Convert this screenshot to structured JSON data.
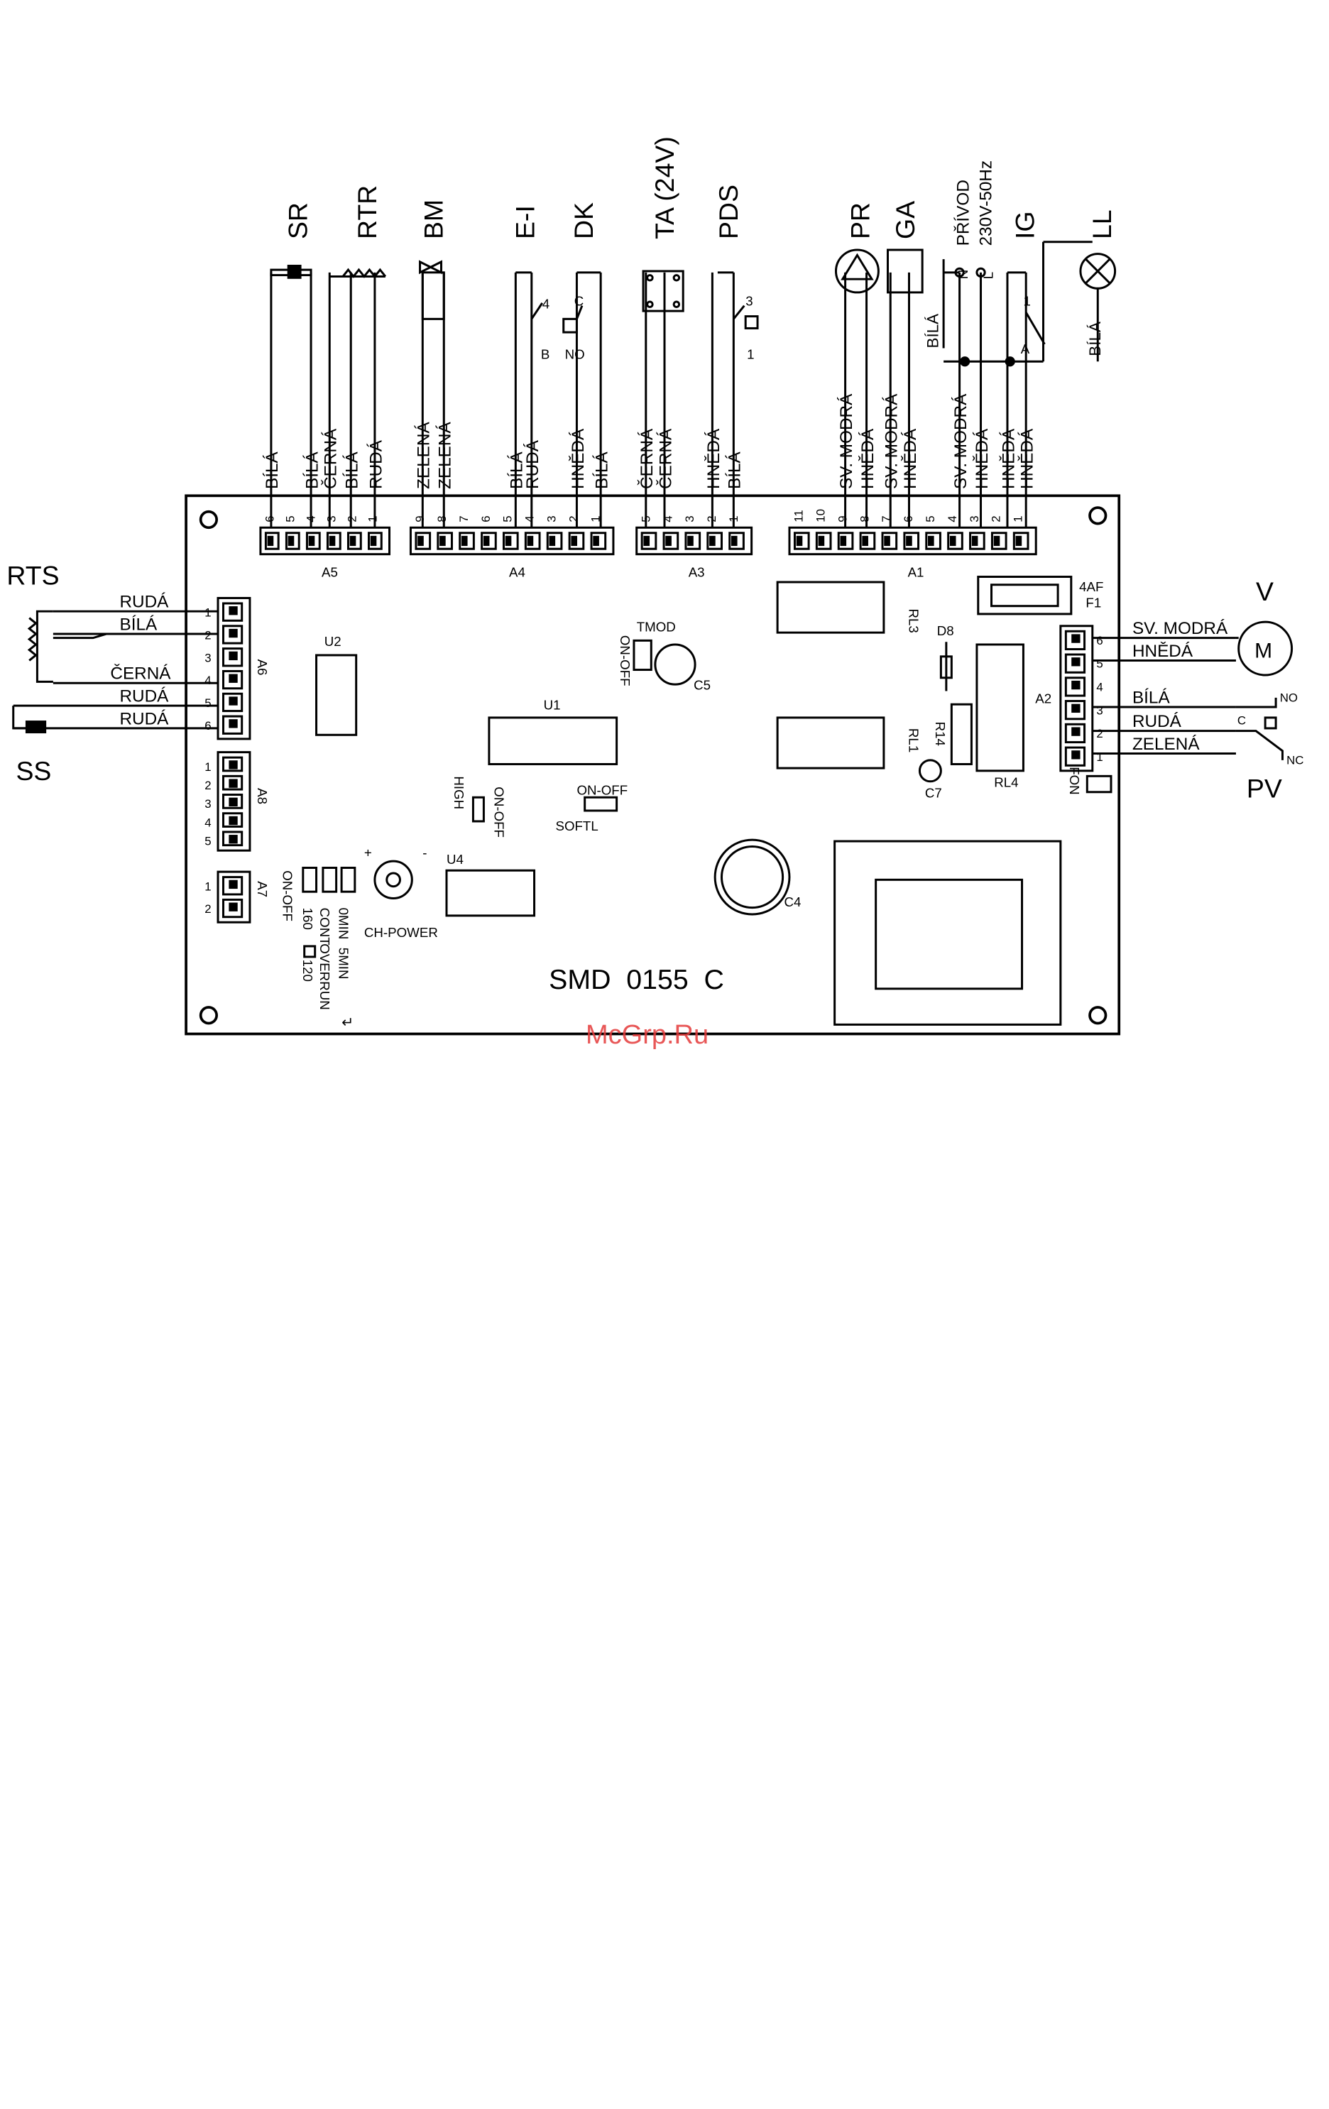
{
  "board": {
    "model": "SMD  0155  C",
    "watermark": "McGrp.Ru"
  },
  "top_devices": [
    {
      "id": "SR",
      "label": "SR"
    },
    {
      "id": "RTR",
      "label": "RTR"
    },
    {
      "id": "BM",
      "label": "BM"
    },
    {
      "id": "E-I",
      "label": "E-I"
    },
    {
      "id": "DK",
      "label": "DK"
    },
    {
      "id": "TA",
      "label": "TA  (24V)"
    },
    {
      "id": "PDS",
      "label": "PDS"
    },
    {
      "id": "PR",
      "label": "PR"
    },
    {
      "id": "GA",
      "label": "GA"
    },
    {
      "id": "PRIVOD",
      "label": "PŘÍVOD"
    },
    {
      "id": "PRIVOD_V",
      "label": "230V-50Hz"
    },
    {
      "id": "IG",
      "label": "IG"
    },
    {
      "id": "LL",
      "label": "LL"
    }
  ],
  "top_wires": [
    "BÍLÁ",
    "BÍLÁ",
    "ČERNÁ",
    "BÍLÁ",
    "RUDÁ",
    "ZELENÁ",
    "ZELENÁ",
    "BÍLÁ",
    "RUDÁ",
    "HNĚDÁ",
    "BÍLÁ",
    "ČERNÁ",
    "ČERNÁ",
    "HNĚDÁ",
    "BÍLÁ",
    "SV. MODRÁ",
    "HNĚDÁ",
    "SV. MODRÁ",
    "HNĚDÁ",
    "SV. MODRÁ",
    "HNĚDÁ",
    "HNĚDÁ",
    "HNĚDÁ"
  ],
  "misc_top_labels": [
    "BÍLÁ",
    "BÍLÁ",
    "N",
    "L",
    "4",
    "B",
    "NO",
    "C",
    "3",
    "1",
    "1",
    "A"
  ],
  "connectors": {
    "A5": {
      "name": "A5",
      "pins": [
        "6",
        "5",
        "4",
        "3",
        "2",
        "1"
      ]
    },
    "A4": {
      "name": "A4",
      "pins": [
        "9",
        "8",
        "7",
        "6",
        "5",
        "4",
        "3",
        "2",
        "1"
      ]
    },
    "A3": {
      "name": "A3",
      "pins": [
        "5",
        "4",
        "3",
        "2",
        "1"
      ]
    },
    "A1": {
      "name": "A1",
      "pins": [
        "11",
        "10",
        "9",
        "8",
        "7",
        "6",
        "5",
        "4",
        "3",
        "2",
        "1"
      ]
    },
    "A6": {
      "name": "A6",
      "pins": [
        "1",
        "2",
        "3",
        "4",
        "5",
        "6"
      ]
    },
    "A8": {
      "name": "A8",
      "pins": [
        "1",
        "2",
        "3",
        "4",
        "5"
      ]
    },
    "A7": {
      "name": "A7",
      "pins": [
        "1",
        "2"
      ]
    },
    "A2": {
      "name": "A2",
      "pins": [
        "6",
        "5",
        "4",
        "3",
        "2",
        "1"
      ]
    }
  },
  "left_side": {
    "rts_label": "RTS",
    "ss_label": "SS",
    "wires": [
      "RUDÁ",
      "BÍLÁ",
      "ČERNÁ",
      "RUDÁ",
      "RUDÁ"
    ]
  },
  "right_side": {
    "v_label": "V",
    "motor_symbol": "M",
    "pv_label": "PV",
    "wires": [
      "SV. MODRÁ",
      "HNĚDÁ",
      "BÍLÁ",
      "RUDÁ",
      "ZELENÁ"
    ],
    "switch_labels": [
      "NO",
      "C",
      "NC"
    ]
  },
  "components": {
    "fuse": [
      "4AF",
      "F1"
    ],
    "relays": [
      "RL3",
      "RL1",
      "RL4"
    ],
    "diode": "D8",
    "resistor": "R14",
    "caps": [
      "C5",
      "C7",
      "C4"
    ],
    "ics": [
      "U2",
      "U1",
      "U4"
    ],
    "tmod": "TMOD",
    "on_off": "ON-OFF",
    "high": "HIGH",
    "softl": "SOFTL",
    "fon": "FON",
    "ch_power": "CH-POWER",
    "plus": "+",
    "minus": "-",
    "jumpers": [
      "ON-OFF",
      "160",
      "120",
      "CONT",
      "OVERRUN",
      "0MIN",
      "5MIN"
    ],
    "arrow": "↵"
  }
}
